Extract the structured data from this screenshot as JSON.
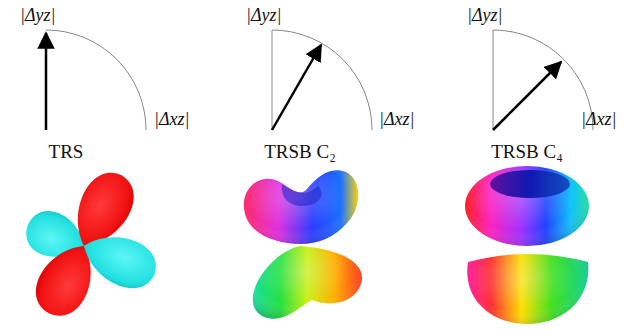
{
  "diagram": {
    "labels": [
      "|Δyz|",
      "|Δyz|",
      "|Δyz|",
      "|Δxz|",
      "|Δxz|",
      "|Δxz|",
      "TRS",
      "TRSB C₂",
      "TRSB C₄"
    ]
  }
}
